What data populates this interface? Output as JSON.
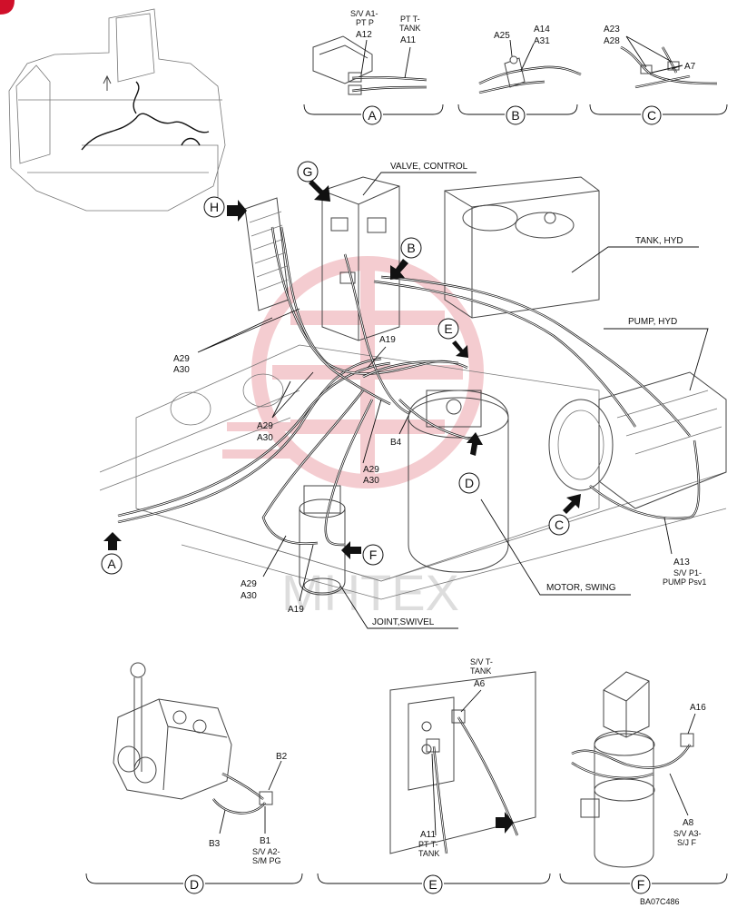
{
  "labels": {
    "valve_control": "VALVE, CONTROL",
    "tank_hyd": "TANK, HYD",
    "pump_hyd": "PUMP, HYD",
    "motor_swing": "MOTOR, SWING",
    "joint_swivel": "JOINT,SWIVEL",
    "watermark": "MHTEX",
    "drawing_number": "BA07C486"
  },
  "callouts": [
    "A",
    "B",
    "C",
    "D",
    "E",
    "F",
    "G",
    "H"
  ],
  "detail_a": {
    "sv_a1_l1": "S/V A1-",
    "sv_a1_l2": "PT P",
    "a12": "A12",
    "pt_t_l1": "PT T-",
    "pt_t_l2": "TANK",
    "a11": "A11",
    "title": "A"
  },
  "detail_b": {
    "a25": "A25",
    "a14": "A14",
    "a31": "A31",
    "title": "B"
  },
  "detail_c": {
    "a23": "A23",
    "a28": "A28",
    "a7": "A7",
    "title": "C"
  },
  "main_refs": {
    "a29_1": "A29",
    "a30_1": "A30",
    "a29_2": "A29",
    "a30_2": "A30",
    "a29_3": "A29",
    "a30_3": "A30",
    "a29_4": "A29",
    "a30_4": "A30",
    "a19_1": "A19",
    "a19_2": "A19",
    "b4": "B4",
    "a13": "A13",
    "a13_l1": "S/V P1-",
    "a13_l2": "PUMP Psv1"
  },
  "detail_d": {
    "b2": "B2",
    "b3": "B3",
    "b1": "B1",
    "b1_l1": "S/V A2-",
    "b1_l2": "S/M PG",
    "title": "D"
  },
  "detail_e": {
    "sv_t_l1": "S/V T-",
    "sv_t_l2": "TANK",
    "a6": "A6",
    "a11": "A11",
    "pt_t_l1": "PT T-",
    "pt_t_l2": "TANK",
    "title": "E"
  },
  "detail_f": {
    "a16": "A16",
    "a8": "A8",
    "a8_l1": "S/V A3-",
    "a8_l2": "S/J F",
    "title": "F"
  }
}
